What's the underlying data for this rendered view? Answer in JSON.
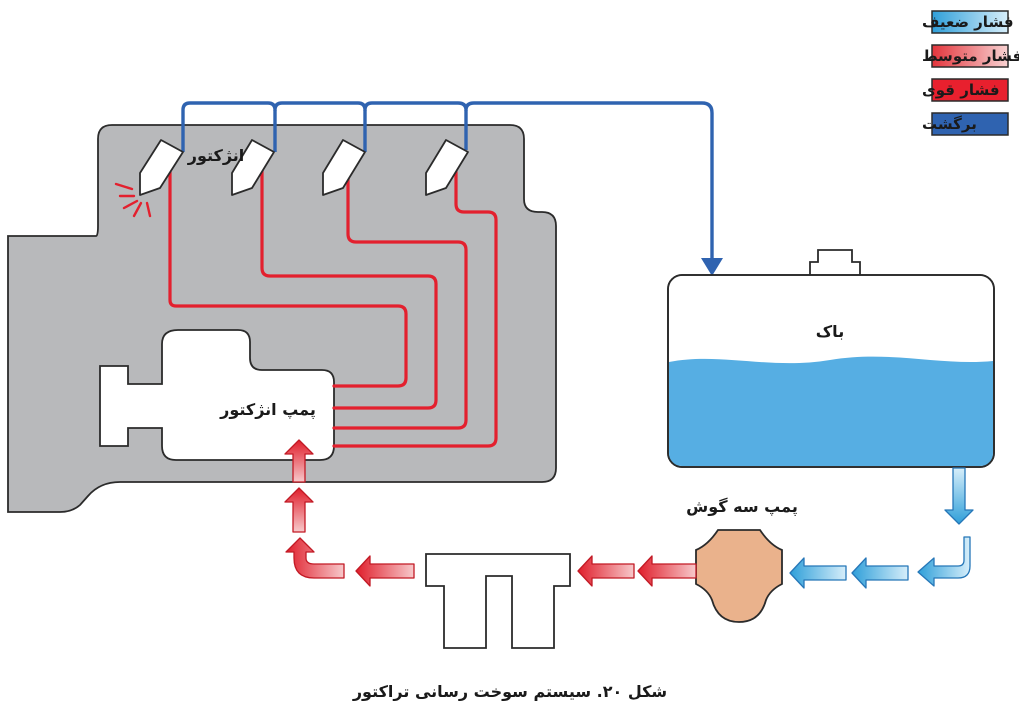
{
  "legend": {
    "items": [
      {
        "label": "فشار ضعیف",
        "color_from": "#2f9fd9",
        "color_to": "#d6eefa"
      },
      {
        "label": "فشار متوسط",
        "color_from": "#e3353c",
        "color_to": "#f8d2d2"
      },
      {
        "label": "فشار قوی",
        "color_from": "#e8202e",
        "color_to": "#e8202e"
      },
      {
        "label": "برگشت",
        "color_from": "#2f63b0",
        "color_to": "#2f63b0"
      }
    ]
  },
  "labels": {
    "injector": "انژکتور",
    "injector_pump": "پمپ انژکتور",
    "tank": "باک",
    "transfer_pump": "پمپ سه گوش"
  },
  "caption": "شکل ۲۰. سیستم سوخت رسانی تراکتور",
  "colors": {
    "engine_block": "#b8b9bb",
    "high_pressure": "#e3202e",
    "return_line": "#2f63b0",
    "fuel": "#56aee3",
    "transfer_pump": "#eab28c"
  }
}
